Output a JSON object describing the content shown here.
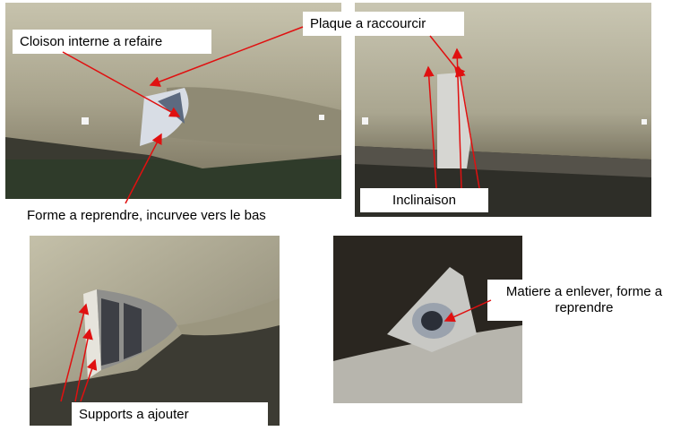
{
  "labels": {
    "cloison": "Cloison interne a refaire",
    "plaque": "Plaque a raccourcir",
    "forme": "Forme a reprendre, incurvee vers le bas",
    "inclinaison": "Inclinaison",
    "supports": "Supports a ajouter",
    "matiere": "Matiere a enlever, forme a reprendre"
  },
  "colors": {
    "arrow": "#e01010",
    "model_grey": "#a9a48f",
    "background_dark": "#2b2a24"
  }
}
